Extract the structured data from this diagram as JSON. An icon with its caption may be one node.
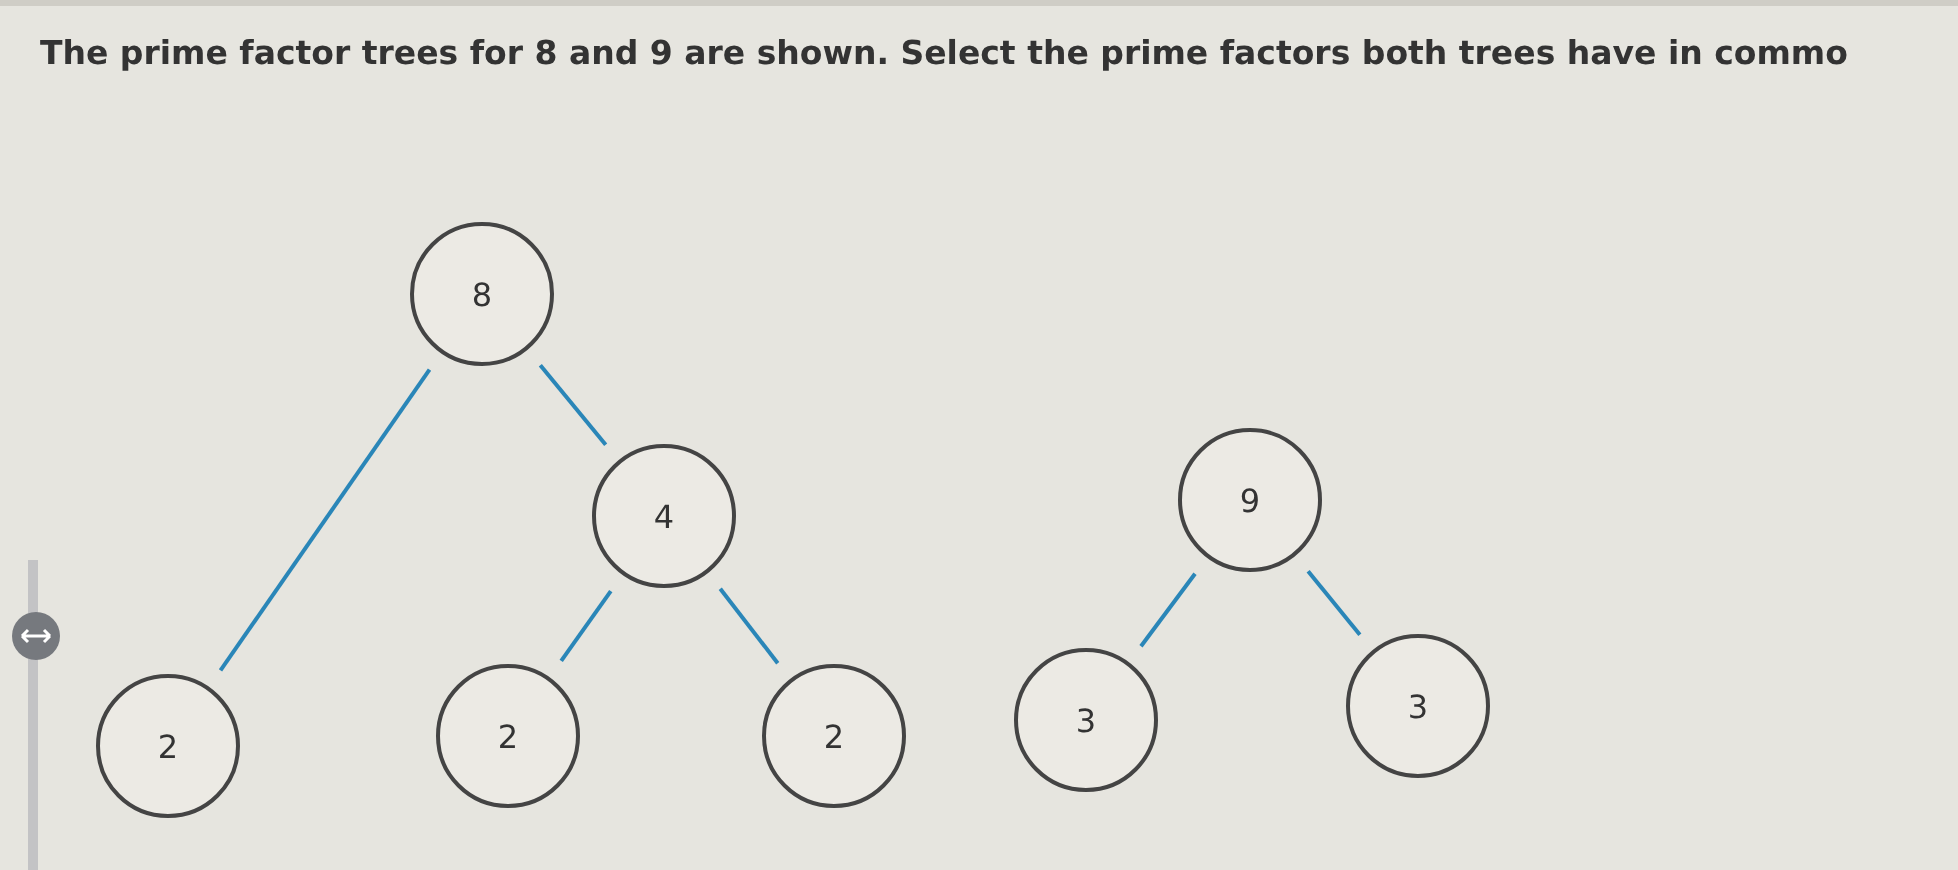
{
  "diagram": {
    "title": "The prime factor trees for 8 and 9 are shown. Select the prime factors both trees have in commo",
    "nodes": [
      {
        "text": [
          "8"
        ]
      },
      {
        "text": [
          "4"
        ]
      },
      {
        "text": [
          "2"
        ]
      },
      {
        "text": [
          "2"
        ]
      },
      {
        "text": [
          "2"
        ]
      },
      {
        "text": [
          "9"
        ]
      },
      {
        "text": [
          "3"
        ]
      },
      {
        "text": [
          "3"
        ]
      }
    ],
    "edges": [
      {
        "from": 0,
        "to": 2,
        "arrow": "none"
      },
      {
        "from": 0,
        "to": 1,
        "arrow": "none"
      },
      {
        "from": 1,
        "to": 3,
        "arrow": "none"
      },
      {
        "from": 1,
        "to": 4,
        "arrow": "none"
      },
      {
        "from": 5,
        "to": 6,
        "arrow": "none"
      },
      {
        "from": 5,
        "to": 7,
        "arrow": "none"
      }
    ]
  }
}
